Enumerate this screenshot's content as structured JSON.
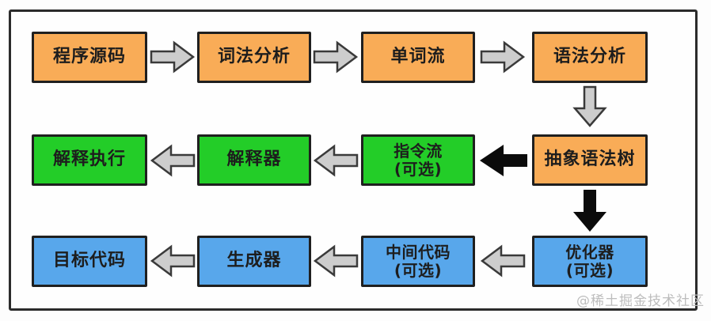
{
  "diagram": {
    "title_semantic": "compiler-interpreter-pipeline",
    "rows": [
      {
        "id": "front-end",
        "direction": "left-to-right",
        "boxes": [
          {
            "label": "程序源码",
            "color": "#F9AC57"
          },
          {
            "label": "词法分析",
            "color": "#F9AC57"
          },
          {
            "label": "单词流",
            "color": "#F9AC57"
          },
          {
            "label": "语法分析",
            "color": "#F9AC57"
          }
        ]
      },
      {
        "id": "interpreter-path",
        "direction": "right-to-left",
        "boxes": [
          {
            "label": "解释执行",
            "color": "#23CD28"
          },
          {
            "label": "解释器",
            "color": "#23CD28"
          },
          {
            "label": "指令流",
            "sublabel": "(可选)",
            "color": "#23CD28"
          },
          {
            "label": "抽象语法树",
            "color": "#F9AC57"
          }
        ]
      },
      {
        "id": "compiler-path",
        "direction": "right-to-left",
        "boxes": [
          {
            "label": "目标代码",
            "color": "#58A7EB"
          },
          {
            "label": "生成器",
            "color": "#58A7EB"
          },
          {
            "label": "中间代码",
            "sublabel": "(可选)",
            "color": "#58A7EB"
          },
          {
            "label": "优化器",
            "sublabel": "(可选)",
            "color": "#58A7EB"
          }
        ]
      }
    ],
    "arrows": {
      "gray_fill": "#CDCDCD",
      "gray_stroke": "#3a3a3a",
      "black_fill": "#0b0b0b"
    },
    "colors": {
      "box_border": "#1f1f1f",
      "frame_border": "#2b2b2b",
      "text": "#1d1d1d",
      "watermark": "#bdbdbd"
    }
  },
  "watermark": {
    "text": "@稀土掘金技术社区"
  }
}
